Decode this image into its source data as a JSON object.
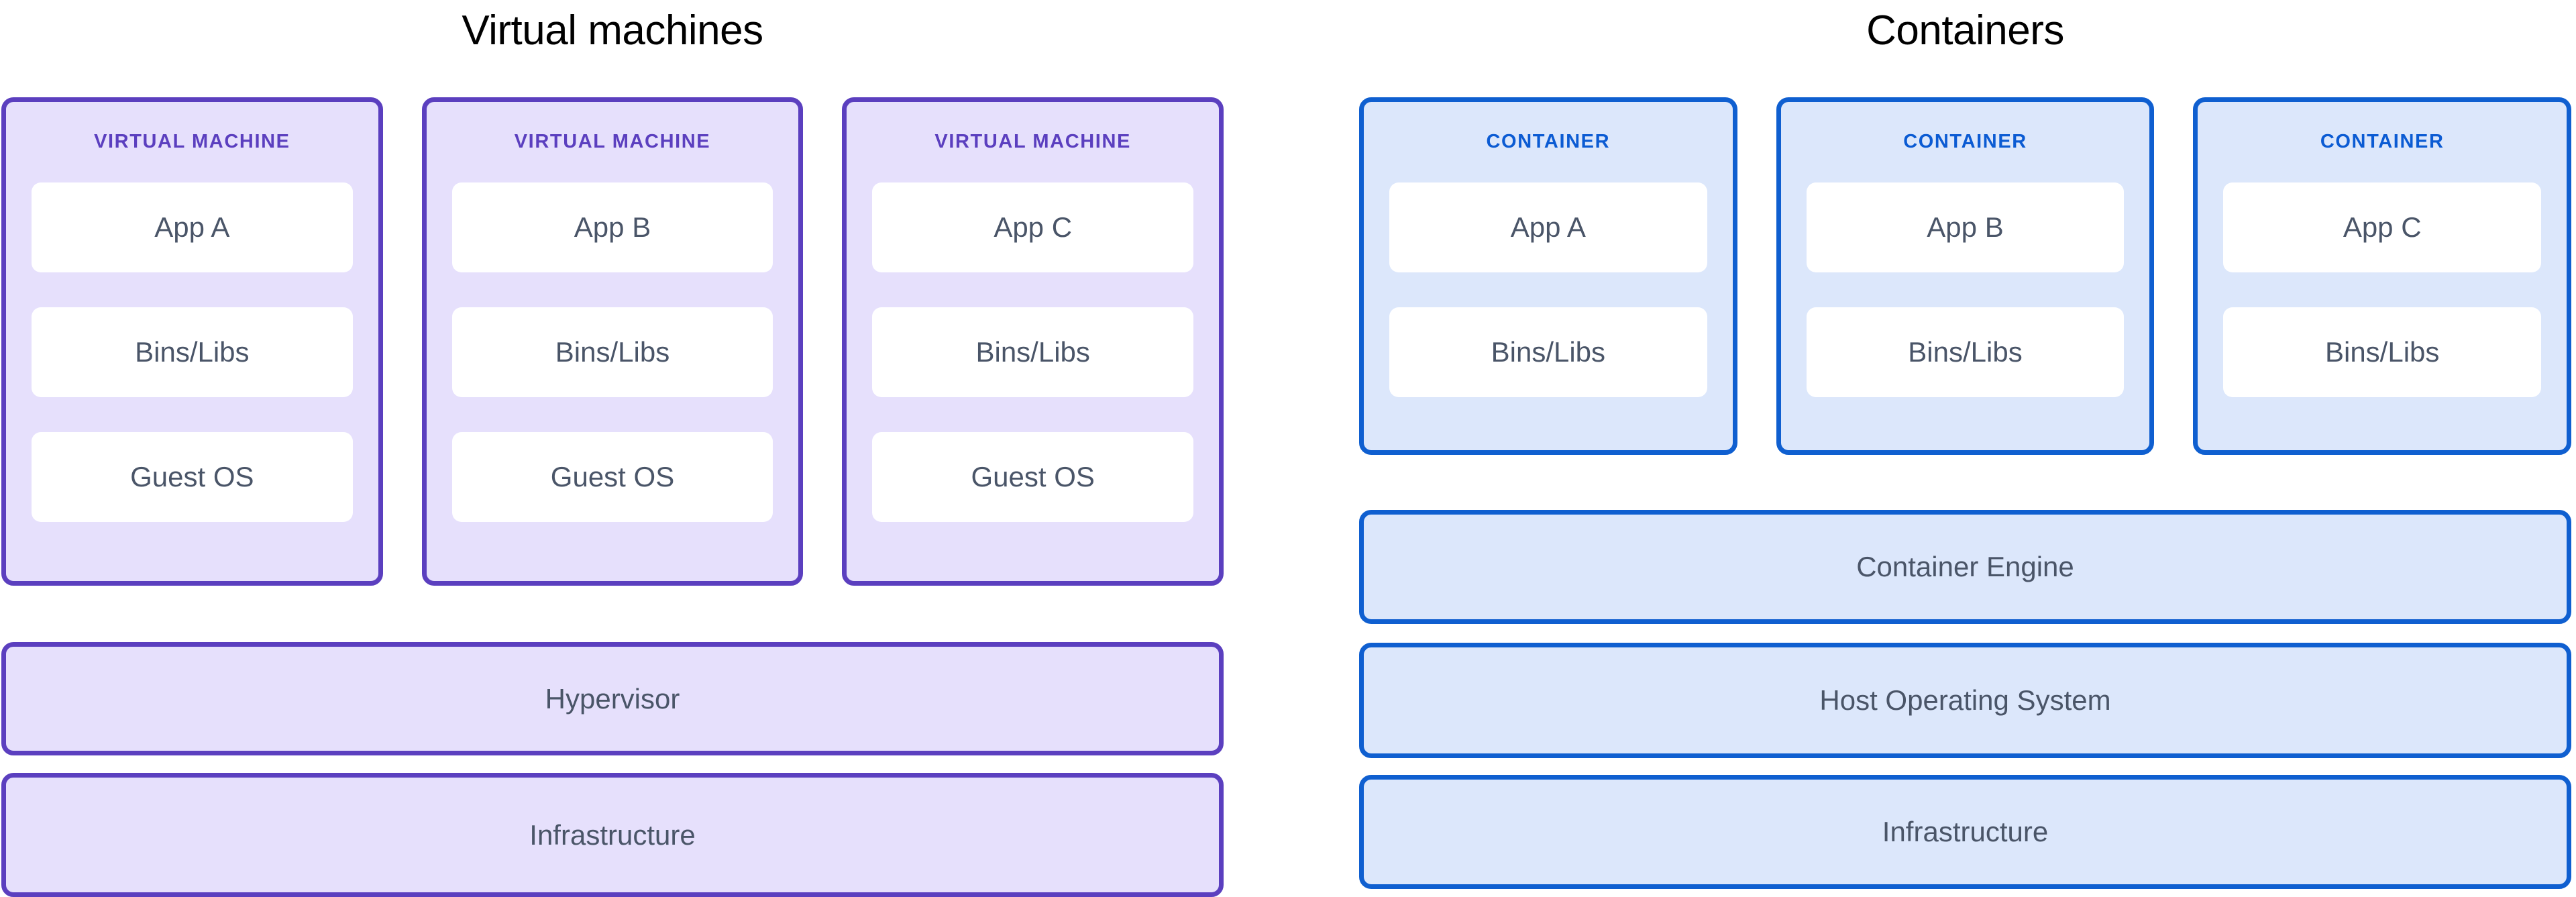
{
  "diagram": {
    "title_left": "Virtual machines",
    "title_right": "Containers",
    "colors": {
      "vm_border": "#5B3FBF",
      "vm_fill": "#E6E0FC",
      "vm_label": "#5B3FBF",
      "container_border": "#0F5FD0",
      "container_fill": "#DCE7FB",
      "container_label": "#0B5BD3",
      "inner_box_fill": "#FFFFFF",
      "body_text": "#4A5568",
      "title_text": "#000000",
      "background": "#FFFFFF"
    }
  },
  "vm_column": {
    "cards": [
      {
        "kicker": "VIRTUAL MACHINE",
        "layers": [
          "App A",
          "Bins/Libs",
          "Guest OS"
        ]
      },
      {
        "kicker": "VIRTUAL MACHINE",
        "layers": [
          "App B",
          "Bins/Libs",
          "Guest OS"
        ]
      },
      {
        "kicker": "VIRTUAL MACHINE",
        "layers": [
          "App C",
          "Bins/Libs",
          "Guest OS"
        ]
      }
    ],
    "bars": [
      {
        "label": "Hypervisor"
      },
      {
        "label": "Infrastructure"
      }
    ]
  },
  "container_column": {
    "cards": [
      {
        "kicker": "CONTAINER",
        "layers": [
          "App A",
          "Bins/Libs"
        ]
      },
      {
        "kicker": "CONTAINER",
        "layers": [
          "App B",
          "Bins/Libs"
        ]
      },
      {
        "kicker": "CONTAINER",
        "layers": [
          "App C",
          "Bins/Libs"
        ]
      }
    ],
    "bars": [
      {
        "label": "Container Engine"
      },
      {
        "label": "Host Operating System"
      },
      {
        "label": "Infrastructure"
      }
    ]
  }
}
